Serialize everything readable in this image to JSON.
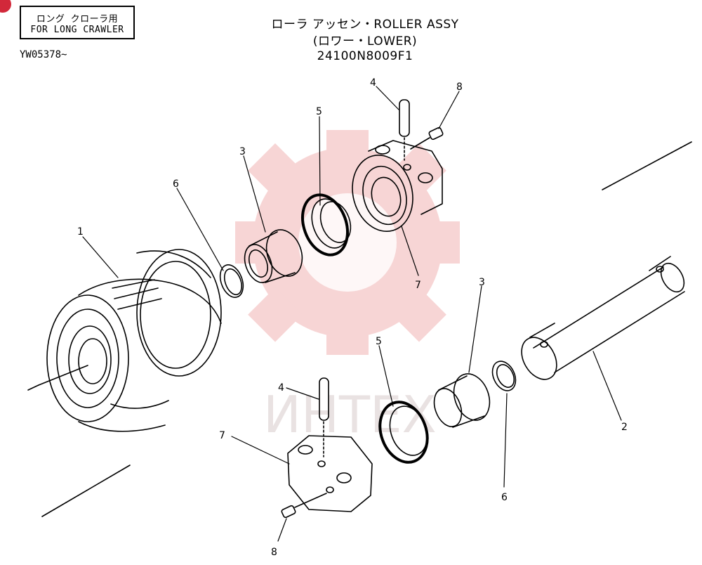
{
  "header": {
    "badge_line1": "ロング クローラ用",
    "badge_line2": "FOR LONG CRAWLER",
    "serial": "YW05378~"
  },
  "title": {
    "line1": "ローラ アッセン・ROLLER ASSY",
    "line2": "(ロワー・LOWER)",
    "line3": "24100N8009F1"
  },
  "watermark": {
    "text": "ИНТЕХ",
    "color": "#f2c4c4"
  },
  "accent_color": "#d2283a",
  "callouts": {
    "c1": "1",
    "c2": "2",
    "c3_top": "3",
    "c3_right": "3",
    "c4_top": "4",
    "c4_bottom": "4",
    "c5_top": "5",
    "c5_bottom": "5",
    "c6_left": "6",
    "c6_right": "6",
    "c7_top": "7",
    "c7_bottom": "7",
    "c8_top": "8",
    "c8_bottom": "8"
  }
}
